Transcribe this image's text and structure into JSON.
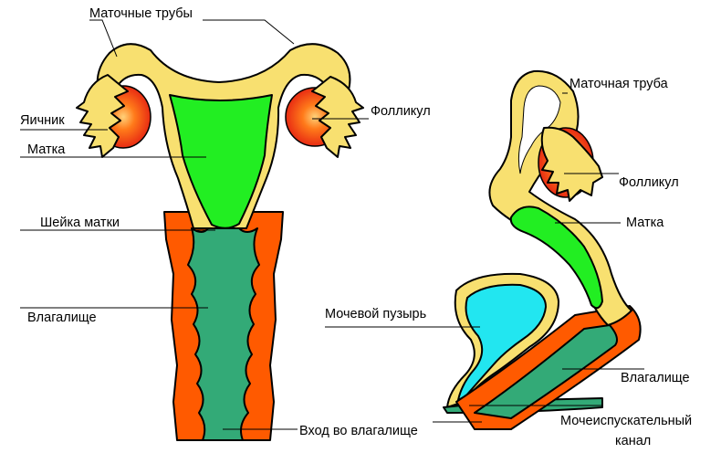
{
  "labels": {
    "fallopian_tubes": "Маточные трубы",
    "ovary": "Яичник",
    "follicle_front": "Фолликул",
    "uterus_front": "Матка",
    "cervix": "Шейка матки",
    "vagina_front": "Влагалище",
    "vaginal_entrance": "Вход во влагалище",
    "fallopian_tube_side": "Маточная труба",
    "follicle_side": "Фолликул",
    "uterus_side": "Матка",
    "bladder": "Мочевой пузырь",
    "vagina_side": "Влагалище",
    "urethra_line1": "Мочеиспускательный",
    "urethra_line2": "канал"
  },
  "colors": {
    "tube_yellow": "#f8e070",
    "uterus_green": "#22ee22",
    "vagina_green": "#33aa77",
    "vagina_orange": "#ff5a00",
    "ovary_red": "#ee1a1a",
    "bladder_cyan": "#22e6f0"
  }
}
